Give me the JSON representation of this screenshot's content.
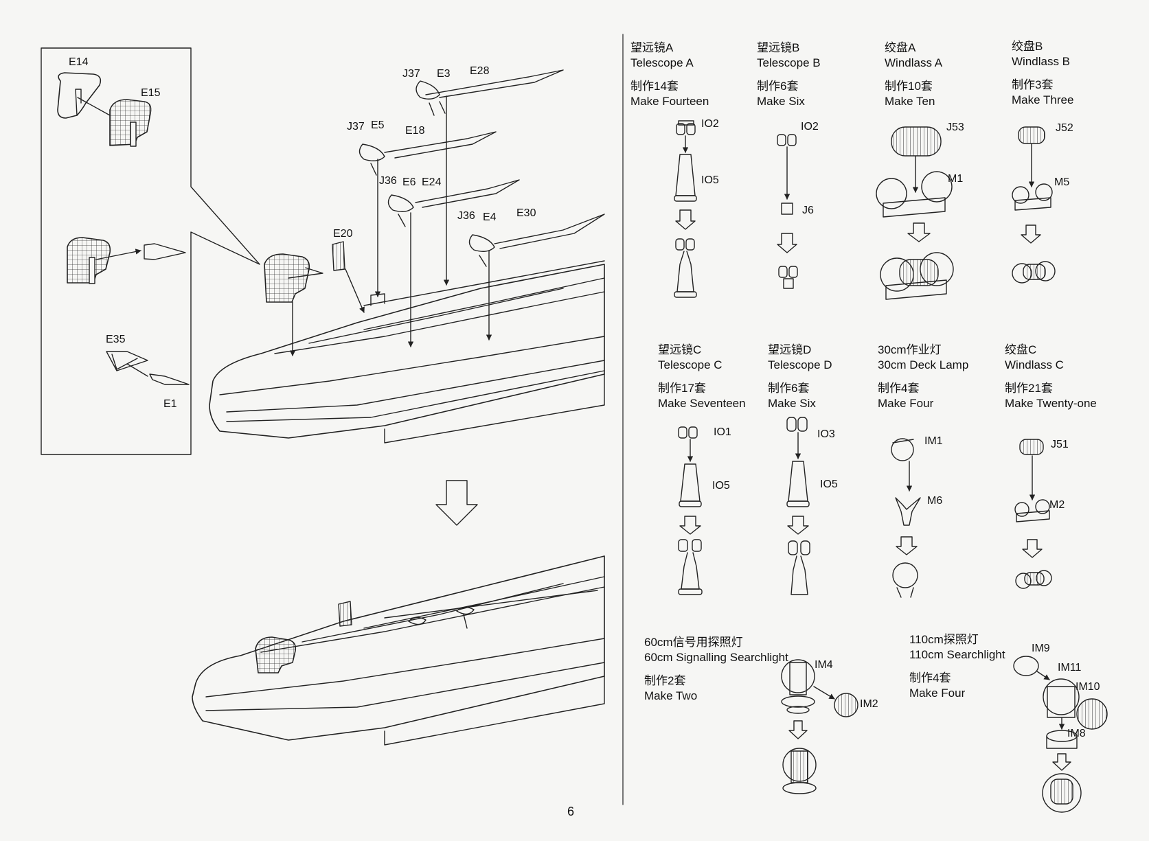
{
  "page_number": "6",
  "detail_parts": {
    "e14": "E14",
    "e15": "E15",
    "e35": "E35",
    "e1": "E1"
  },
  "hull_parts": {
    "j37a": "J37",
    "e3": "E3",
    "e28": "E28",
    "j37b": "J37",
    "e5": "E5",
    "e18": "E18",
    "j36a": "J36",
    "e6": "E6",
    "e24": "E24",
    "j36b": "J36",
    "e4": "E4",
    "e30": "E30",
    "e20": "E20"
  },
  "subassemblies": {
    "telescope_a": {
      "zh": "望远镜A",
      "en": "Telescope A",
      "qty_zh": "制作14套",
      "qty_en": "Make  Fourteen",
      "parts": [
        "IO2",
        "IO5"
      ]
    },
    "telescope_b": {
      "zh": "望远镜B",
      "en": "Telescope B",
      "qty_zh": "制作6套",
      "qty_en": "Make  Six",
      "parts": [
        "IO2",
        "J6"
      ]
    },
    "windlass_a": {
      "zh": "绞盘A",
      "en": "Windlass A",
      "qty_zh": "制作10套",
      "qty_en": "Make  Ten",
      "parts": [
        "J53",
        "M1"
      ]
    },
    "windlass_b": {
      "zh": "绞盘B",
      "en": "Windlass B",
      "qty_zh": "制作3套",
      "qty_en": "Make  Three",
      "parts": [
        "J52",
        "M5"
      ]
    },
    "telescope_c": {
      "zh": "望远镜C",
      "en": "Telescope C",
      "qty_zh": "制作17套",
      "qty_en": "Make  Seventeen",
      "parts": [
        "IO1",
        "IO5"
      ]
    },
    "telescope_d": {
      "zh": "望远镜D",
      "en": "Telescope D",
      "qty_zh": "制作6套",
      "qty_en": "Make  Six",
      "parts": [
        "IO3",
        "IO5"
      ]
    },
    "deck_lamp": {
      "zh": "30cm作业灯",
      "en": "30cm Deck Lamp",
      "qty_zh": "制作4套",
      "qty_en": "Make  Four",
      "parts": [
        "IM1",
        "M6"
      ]
    },
    "windlass_c": {
      "zh": "绞盘C",
      "en": "Windlass C",
      "qty_zh": "制作21套",
      "qty_en": "Make  Twenty-one",
      "parts": [
        "J51",
        "M2"
      ]
    },
    "signal_searchlight": {
      "zh": "60cm信号用探照灯",
      "en": "60cm Signalling Searchlight",
      "qty_zh": "制作2套",
      "qty_en": "Make  Two",
      "parts": [
        "IM4",
        "IM2"
      ]
    },
    "searchlight_110": {
      "zh": "110cm探照灯",
      "en": "110cm Searchlight",
      "qty_zh": "制作4套",
      "qty_en": "Make  Four",
      "parts": [
        "IM9",
        "IM11",
        "IM10",
        "IM8"
      ]
    }
  }
}
